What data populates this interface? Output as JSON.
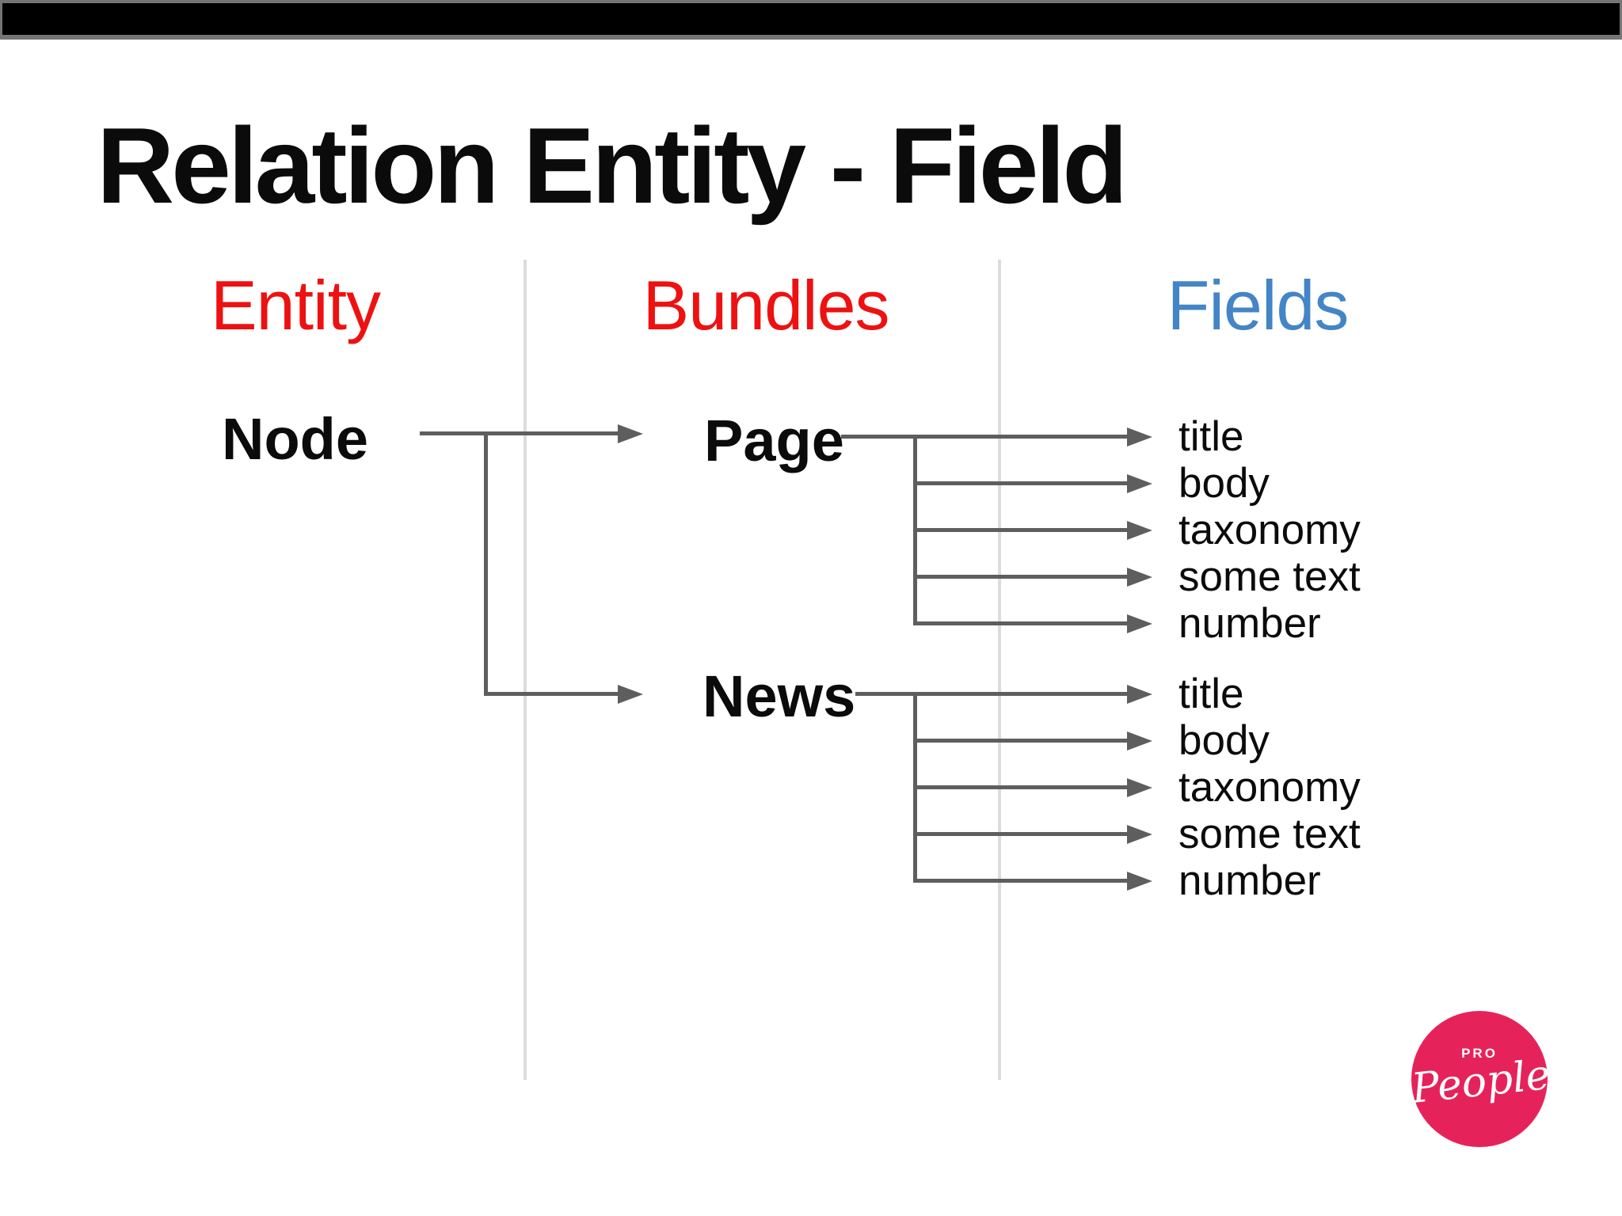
{
  "title": "Relation Entity - Field",
  "columns": {
    "entity": {
      "label": "Entity",
      "color": "#ee1111"
    },
    "bundles": {
      "label": "Bundles",
      "color": "#ee1111"
    },
    "fields": {
      "label": "Fields",
      "color": "#4385c6"
    }
  },
  "entity_node": {
    "label": "Node"
  },
  "bundles": [
    {
      "label": "Page",
      "fields": [
        "title",
        "body",
        "taxonomy",
        "some text",
        "number"
      ]
    },
    {
      "label": "News",
      "fields": [
        "title",
        "body",
        "taxonomy",
        "some text",
        "number"
      ]
    }
  ],
  "logo": {
    "pro_label": "PRO",
    "name": "People",
    "color": "#e5235a"
  },
  "colors": {
    "red": "#ee1111",
    "blue": "#4385c6",
    "connector": "#5e5e5e",
    "divider": "#dcdcdc",
    "topbar": "#000000",
    "topbar_frame": "#757575",
    "text": "#0b0b0b"
  }
}
